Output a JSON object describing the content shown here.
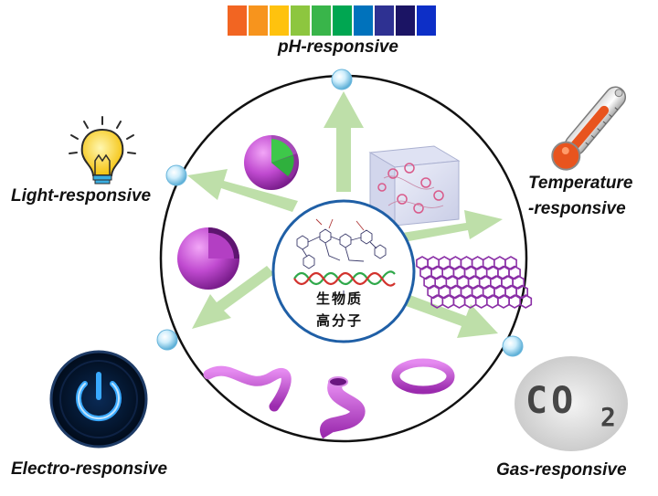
{
  "center": {
    "line1": "生物质",
    "line2": "高分子"
  },
  "labels": {
    "ph": "pH-responsive",
    "light": "Light-responsive",
    "temperature_1": "Temperature",
    "temperature_2": "-responsive",
    "electro": "Electro-responsive",
    "gas": "Gas-responsive"
  },
  "co2": {
    "text": "CO",
    "subscript": "2"
  },
  "ph_scale_colors": [
    "#f26522",
    "#f7941d",
    "#ffc20e",
    "#8dc63f",
    "#39b54a",
    "#00a651",
    "#0072bc",
    "#2e3192",
    "#1b1464",
    "#0d2fc7"
  ],
  "colors": {
    "arrow": "#b7dca0",
    "sphere": "#c04ad0",
    "node": "#9fd6f0",
    "ring": "#111111",
    "center_border": "#1f5fa6"
  }
}
